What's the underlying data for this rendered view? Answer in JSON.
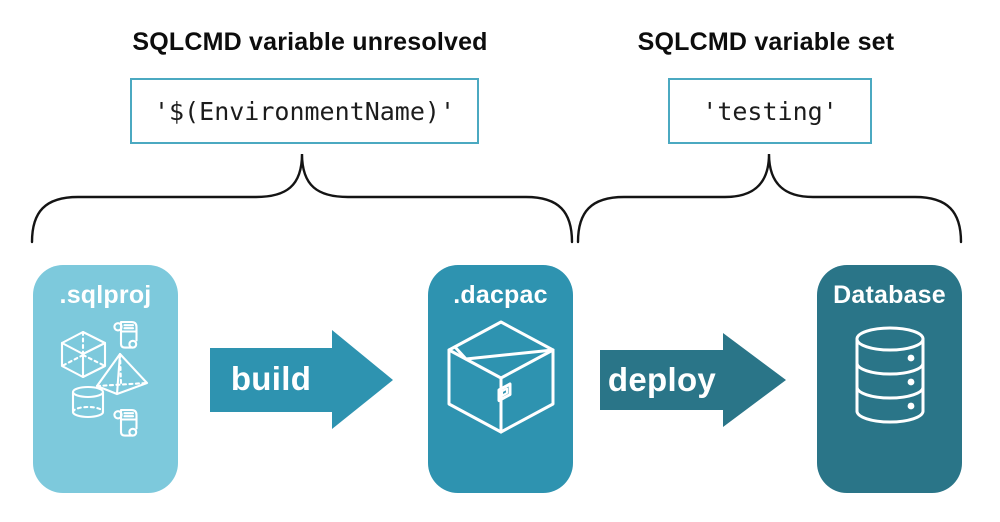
{
  "annotations": {
    "unresolved": {
      "heading": "SQLCMD variable unresolved",
      "value": "'$(EnvironmentName)'"
    },
    "set": {
      "heading": "SQLCMD variable set",
      "value": "'testing'"
    }
  },
  "pipeline": {
    "sqlproj": {
      "label": ".sqlproj"
    },
    "dacpac": {
      "label": ".dacpac"
    },
    "database": {
      "label": "Database"
    },
    "build": {
      "label": "build"
    },
    "deploy": {
      "label": "deploy"
    }
  },
  "icons": {
    "sqlproj": [
      "scroll-icon",
      "cube-icon",
      "pyramid-icon",
      "cylinder-icon",
      "scroll-icon"
    ],
    "dacpac": "package-box-icon",
    "database": "database-cylinder-icon"
  },
  "colors": {
    "sqlproj_fill": "#7DC9DC",
    "dacpac_fill": "#2E93B0",
    "database_fill": "#2A7588",
    "build_arrow": "#2E93B0",
    "deploy_arrow": "#2A7588",
    "value_box_border": "#4BA9C1",
    "brace_stroke": "#141414",
    "heading_text": "#0D0D0D",
    "icon_stroke": "#FFFFFF"
  }
}
